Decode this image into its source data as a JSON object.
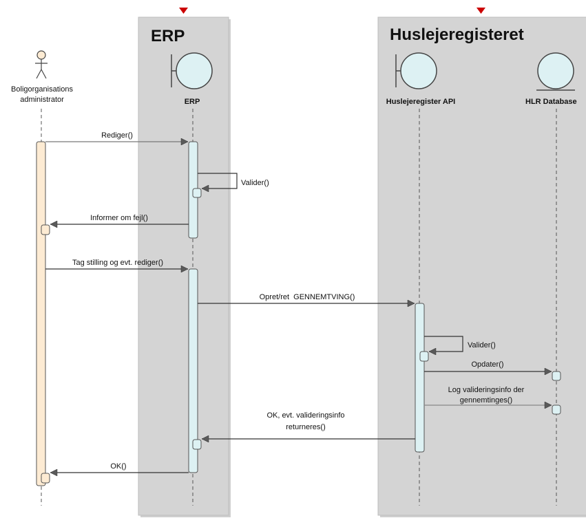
{
  "boundaries": {
    "erp_title": "ERP",
    "hlr_title": "Huslejeregisteret"
  },
  "lifelines": {
    "actor": [
      "Boligorganisations",
      "administrator"
    ],
    "erp": "ERP",
    "api": "Huslejeregister API",
    "db": "HLR Database"
  },
  "messages": {
    "m1": "Rediger()",
    "m2": "Valider()",
    "m3": "Informer om fejl()",
    "m4": "Tag stilling og evt. rediger()",
    "m5": "Opret/ret  GENNEMTVING()",
    "m6": "Valider()",
    "m7": "Opdater()",
    "m8": [
      "Log valideringsinfo der",
      "gennemtinges()"
    ],
    "m9": [
      "OK, evt. valideringsinfo",
      "returneres()"
    ],
    "m10": "OK()"
  },
  "colors": {
    "boundary_fill": "#d4d4d4",
    "actor_activation": "#fdebd3",
    "activation": "#ddf1f3",
    "marker": "#cc0000",
    "line": "#333333"
  }
}
